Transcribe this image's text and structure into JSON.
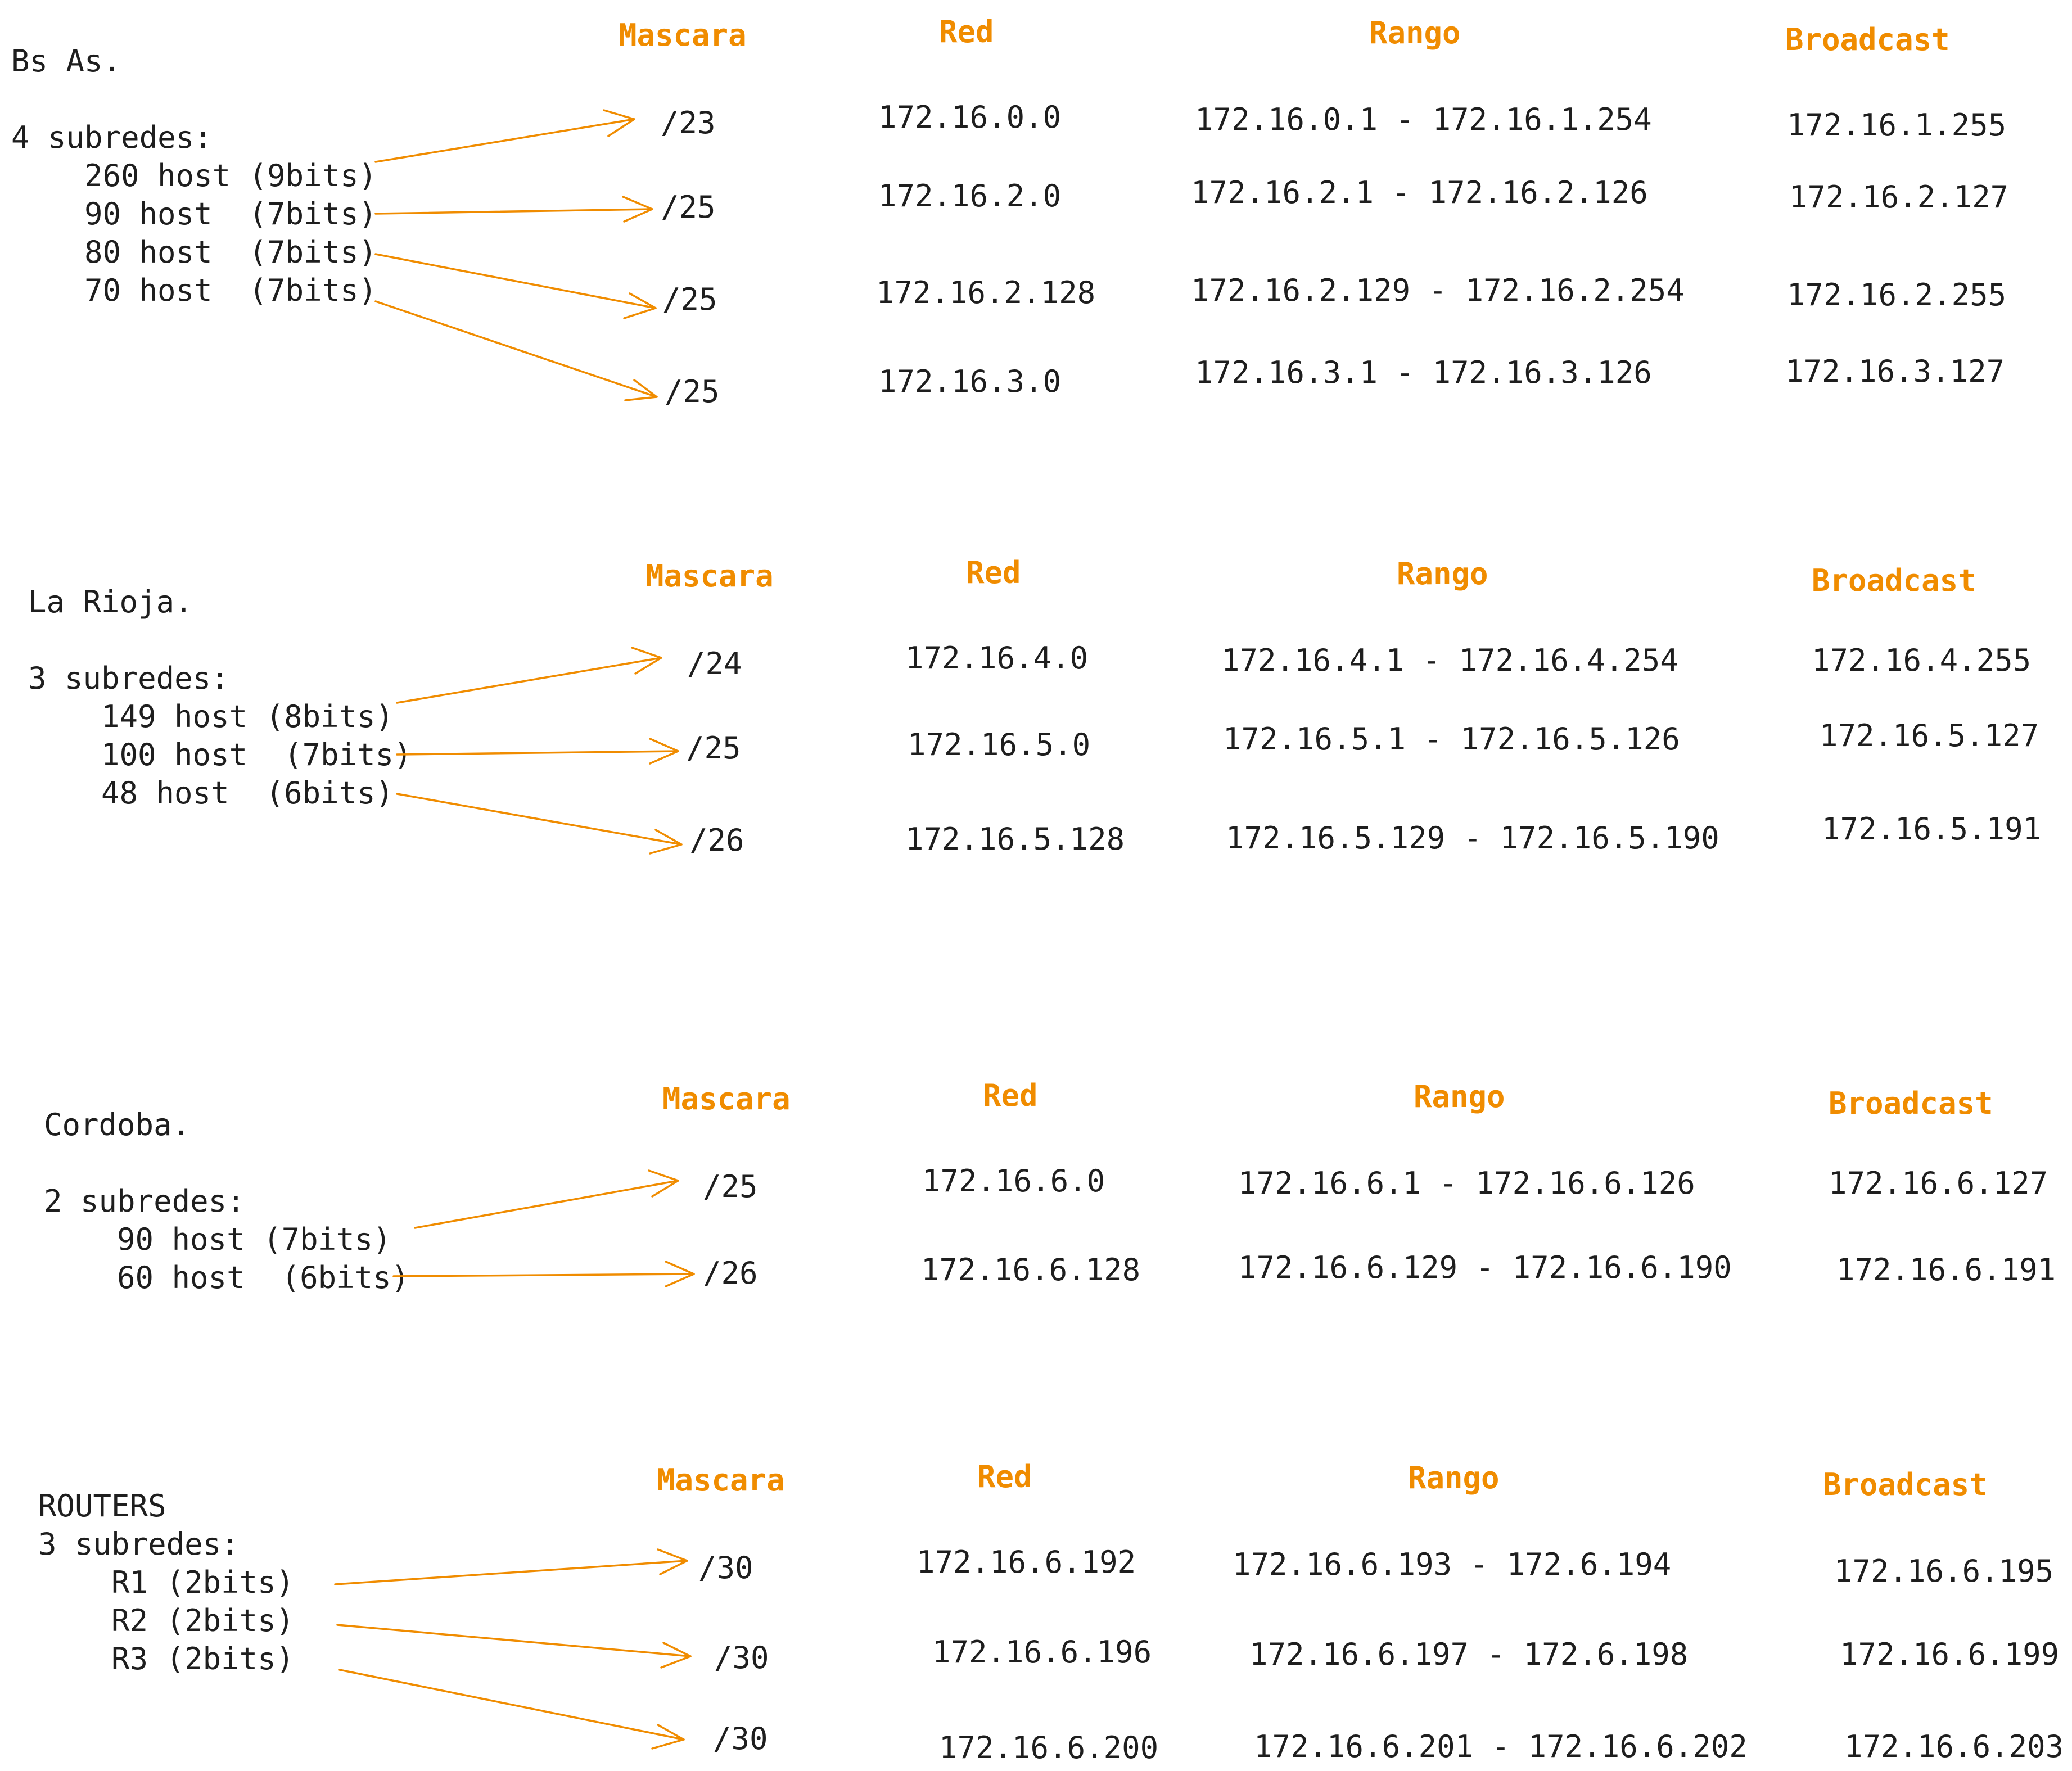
{
  "theme": {
    "text_color": "#1e1e1e",
    "header_color": "#f08c00",
    "arrow_color": "#f08c00",
    "background": "#ffffff"
  },
  "headers": {
    "mask": "Mascara",
    "net": "Red",
    "range": "Rango",
    "broadcast": "Broadcast"
  },
  "sections": [
    {
      "id": "bsas",
      "title": "Bs As.",
      "subnets_label": "4 subredes:",
      "hosts": [
        "260 host (9bits)",
        "90 host  (7bits)",
        "80 host  (7bits)",
        "70 host  (7bits)"
      ],
      "rows": [
        {
          "mask": "/23",
          "net": "172.16.0.0",
          "range": "172.16.0.1 - 172.16.1.254",
          "broadcast": "172.16.1.255"
        },
        {
          "mask": "/25",
          "net": "172.16.2.0",
          "range": "172.16.2.1 - 172.16.2.126",
          "broadcast": "172.16.2.127"
        },
        {
          "mask": "/25",
          "net": "172.16.2.128",
          "range": "172.16.2.129 - 172.16.2.254",
          "broadcast": "172.16.2.255"
        },
        {
          "mask": "/25",
          "net": "172.16.3.0",
          "range": "172.16.3.1 - 172.16.3.126",
          "broadcast": "172.16.3.127"
        }
      ]
    },
    {
      "id": "larioja",
      "title": "La Rioja.",
      "subnets_label": "3 subredes:",
      "hosts": [
        "149 host (8bits)",
        "100 host  (7bits)",
        "48 host  (6bits)"
      ],
      "rows": [
        {
          "mask": "/24",
          "net": "172.16.4.0",
          "range": "172.16.4.1 - 172.16.4.254",
          "broadcast": "172.16.4.255"
        },
        {
          "mask": "/25",
          "net": "172.16.5.0",
          "range": "172.16.5.1 - 172.16.5.126",
          "broadcast": "172.16.5.127"
        },
        {
          "mask": "/26",
          "net": "172.16.5.128",
          "range": "172.16.5.129 - 172.16.5.190",
          "broadcast": "172.16.5.191"
        }
      ]
    },
    {
      "id": "cordoba",
      "title": "Cordoba.",
      "subnets_label": "2 subredes:",
      "hosts": [
        "90 host (7bits)",
        "60 host  (6bits)"
      ],
      "rows": [
        {
          "mask": "/25",
          "net": "172.16.6.0",
          "range": "172.16.6.1 - 172.16.6.126",
          "broadcast": "172.16.6.127"
        },
        {
          "mask": "/26",
          "net": "172.16.6.128",
          "range": "172.16.6.129 - 172.16.6.190",
          "broadcast": "172.16.6.191"
        }
      ]
    },
    {
      "id": "routers",
      "title": "ROUTERS",
      "subnets_label": "3 subredes:",
      "hosts": [
        "R1 (2bits)",
        "R2 (2bits)",
        "R3 (2bits)"
      ],
      "rows": [
        {
          "mask": "/30",
          "net": "172.16.6.192",
          "range": "172.16.6.193 - 172.6.194",
          "broadcast": "172.16.6.195"
        },
        {
          "mask": "/30",
          "net": "172.16.6.196",
          "range": "172.16.6.197 - 172.6.198",
          "broadcast": "172.16.6.199"
        },
        {
          "mask": "/30",
          "net": "172.16.6.200",
          "range": "172.16.6.201 - 172.16.6.202",
          "broadcast": "172.16.6.203"
        }
      ]
    }
  ]
}
